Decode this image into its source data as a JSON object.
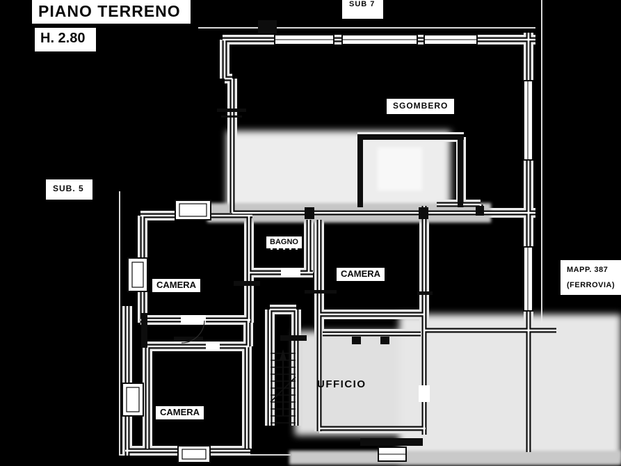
{
  "title": {
    "main": "PIANO TERRENO",
    "ceiling_height": "H. 2.80"
  },
  "parcels": {
    "sub7": "SUB 7",
    "sub5": "SUB. 5",
    "mapp": "MAPP. 387",
    "ferrovia": "(FERROVIA)"
  },
  "rooms": {
    "sgombero": "SGOMBERO",
    "bagno": "BAGNO",
    "camera_left": "CAMERA",
    "camera_right": "CAMERA",
    "camera_bottom": "CAMERA",
    "ufficio": "UFFICIO"
  },
  "colors": {
    "background": "#000000",
    "paper": "#ffffff",
    "wall_line": "#0d0d0d",
    "redaction_gray": "#d9d9d9"
  }
}
